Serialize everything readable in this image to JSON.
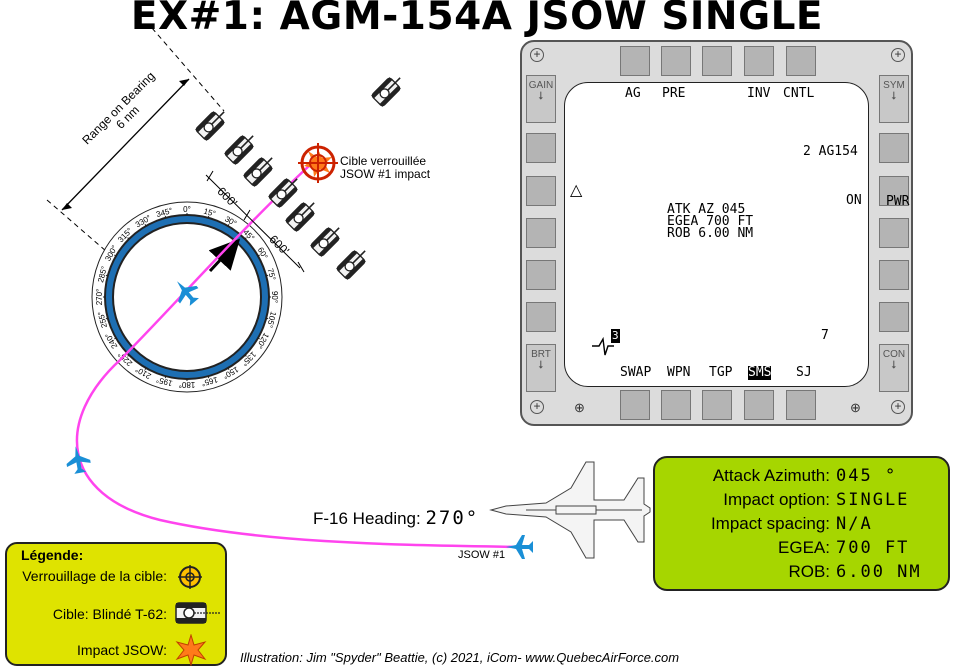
{
  "title": "EX#1: AGM-154A JSOW SINGLE",
  "diagram": {
    "range_label_line1": "Range on Bearing",
    "range_label_line2": "6 nm",
    "target_label_line1": "Cible verrouillée",
    "target_label_line2": "JSOW #1 impact",
    "spacing_600_a": "600'",
    "spacing_600_b": "600'",
    "heading_label": "F-16 Heading:",
    "heading_value": "270°",
    "jsow_label": "JSOW #1",
    "compass_ticks": [
      "0°",
      "15°",
      "30°",
      "45°",
      "60°",
      "75°",
      "90°",
      "105°",
      "120°",
      "135°",
      "150°",
      "165°",
      "180°",
      "195°",
      "210°",
      "225°",
      "240°",
      "255°",
      "270°",
      "285°",
      "300°",
      "315°",
      "330°",
      "345°"
    ]
  },
  "mfd": {
    "top_labels": [
      "AG",
      "PRE",
      "INV",
      "CNTL"
    ],
    "bottom_labels": [
      "SWAP",
      "WPN",
      "TGP",
      "SMS",
      "SJ"
    ],
    "rocker_labels": {
      "gain": "GAIN",
      "sym": "SYM",
      "brt": "BRT",
      "con": "CON"
    },
    "weapon": "2 AG154",
    "pwr_line1": "PWR",
    "pwr_line2": "ON",
    "atk_line1": "ATK AZ 045",
    "atk_line2": "EGEA 700 FT",
    "atk_line3": "ROB 6.00 NM",
    "box_num": "3",
    "side_num": "7"
  },
  "info": {
    "rows": [
      {
        "label": "Attack Azimuth:",
        "value": "045  °"
      },
      {
        "label": "Impact option:",
        "value": "SINGLE"
      },
      {
        "label": "Impact spacing:",
        "value": "N/A"
      },
      {
        "label": "EGEA:",
        "value": " 700 FT"
      },
      {
        "label": "ROB:",
        "value": "6.00 NM"
      }
    ]
  },
  "legend": {
    "title": "Légende:",
    "items": [
      {
        "label": "Verrouillage de la cible:",
        "icon": "target-lock-icon"
      },
      {
        "label": "Cible: Blindé T-62:",
        "icon": "t62-tank-icon"
      },
      {
        "label": "Impact JSOW:",
        "icon": "impact-star-icon"
      }
    ]
  },
  "credit": "Illustration: Jim \"Spyder\" Beattie, (c) 2021, iCom- www.QuebecAirForce.com",
  "colors": {
    "path": "#ff44ee",
    "aircraft": "#1a8fd6",
    "info_box": "#a6d600",
    "legend_box": "#dfe300",
    "impact": "#ff7a1a",
    "target_ring": "#cc2200",
    "compass_ring": "#1e6fb3"
  }
}
